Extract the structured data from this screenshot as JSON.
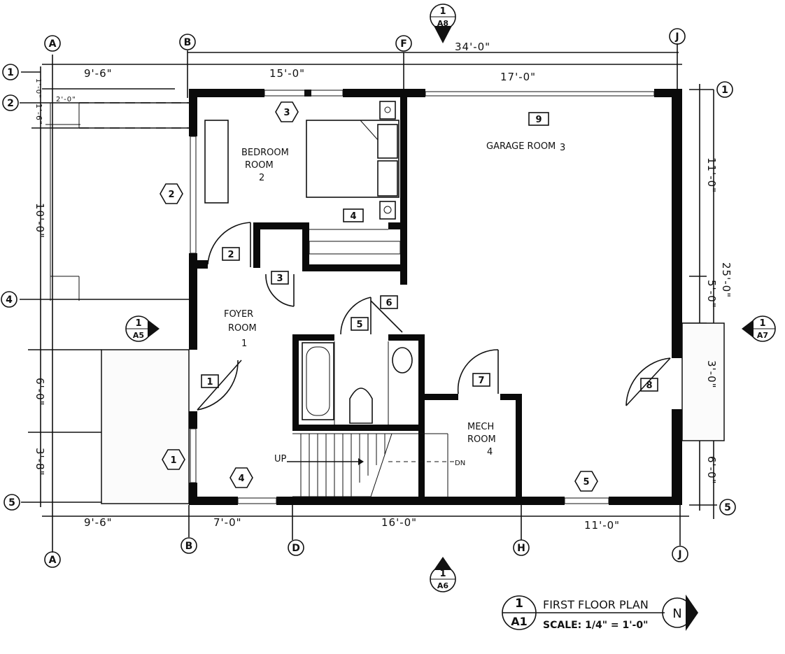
{
  "title": {
    "name": "FIRST FLOOR PLAN",
    "scale": "SCALE: 1/4\" = 1'-0\"",
    "sheet_num": "1",
    "sheet": "A1",
    "north": "N"
  },
  "grid": {
    "A": "A",
    "B": "B",
    "F": "F",
    "J": "J",
    "D": "D",
    "H": "H",
    "r1": "1",
    "r2": "2",
    "r4": "4",
    "r5": "5"
  },
  "sections": [
    {
      "num": "1",
      "sheet": "A8"
    },
    {
      "num": "1",
      "sheet": "A5"
    },
    {
      "num": "1",
      "sheet": "A7"
    },
    {
      "num": "1",
      "sheet": "A6"
    }
  ],
  "dimensions": {
    "top_total": "34'-0\"",
    "top_left": "9'-6\"",
    "top_mid": "15'-0\"",
    "top_right": "17'-0\"",
    "bottom": [
      "9'-6\"",
      "7'-0\"",
      "16'-0\"",
      "11'-0\""
    ],
    "left": [
      "1'-0\"",
      "1'-6\"",
      "10'-0\"",
      "6'-0\"",
      "3'-8\""
    ],
    "small": "2'-0\"",
    "right": [
      "11'-0\"",
      "5'-0\"",
      "3'-0\"",
      "6'-0\""
    ],
    "right_total": "25'-0\""
  },
  "rooms": [
    {
      "name": "BEDROOM",
      "sub": "ROOM",
      "num": "2"
    },
    {
      "name": "GARAGE ROOM",
      "num": "3"
    },
    {
      "name": "FOYER",
      "sub": "ROOM",
      "num": "1"
    },
    {
      "name": "MECH",
      "sub": "ROOM",
      "num": "4"
    }
  ],
  "stairs": {
    "up": "UP",
    "dn": "DN"
  },
  "window_tags": [
    "1",
    "2",
    "3",
    "4",
    "5"
  ],
  "door_tags": [
    "1",
    "2",
    "3",
    "4",
    "5",
    "6",
    "7",
    "8",
    "9"
  ]
}
